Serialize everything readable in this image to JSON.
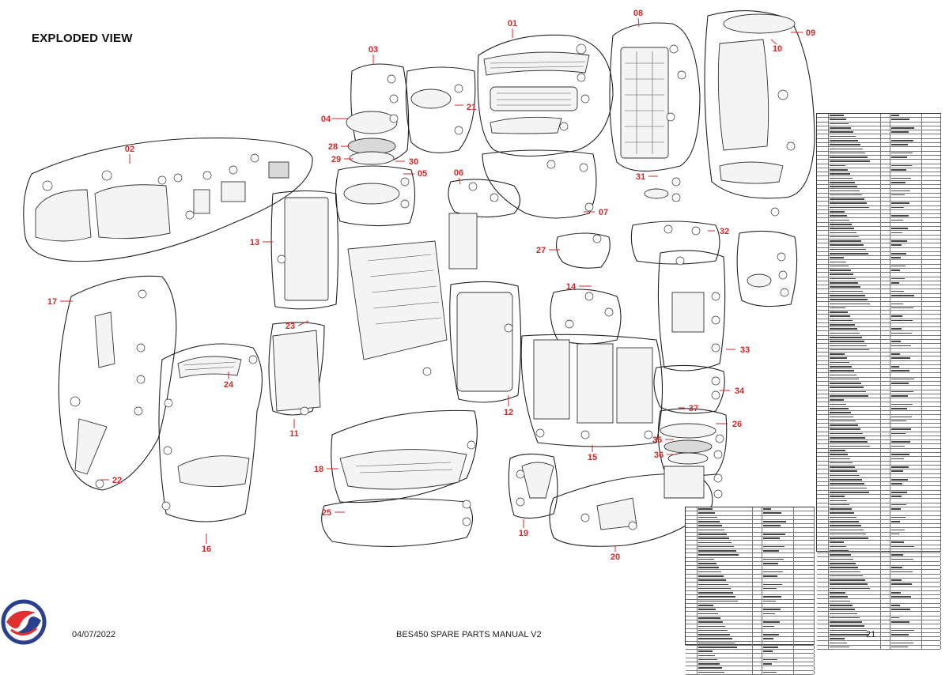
{
  "page": {
    "heading": "EXPLODED VIEW",
    "footer_date": "04/07/2022",
    "footer_title": "BES450 SPARE PARTS MANUAL V2",
    "page_number": "21"
  },
  "colors": {
    "callout_red": "#d22a2a",
    "logo_red": "#e03030",
    "logo_blue": "#2b3f8f",
    "line": "#333333"
  },
  "logo": {
    "icon": "swirl-logo-icon"
  },
  "groups": [
    "01",
    "02",
    "03",
    "04",
    "05",
    "06",
    "07",
    "08",
    "09",
    "10",
    "11",
    "12",
    "13",
    "14",
    "15",
    "16",
    "17",
    "18",
    "19",
    "20",
    "21",
    "22",
    "23",
    "24",
    "25",
    "26",
    "27",
    "28",
    "29",
    "30",
    "31",
    "32",
    "33",
    "34",
    "35",
    "36",
    "37"
  ]
}
